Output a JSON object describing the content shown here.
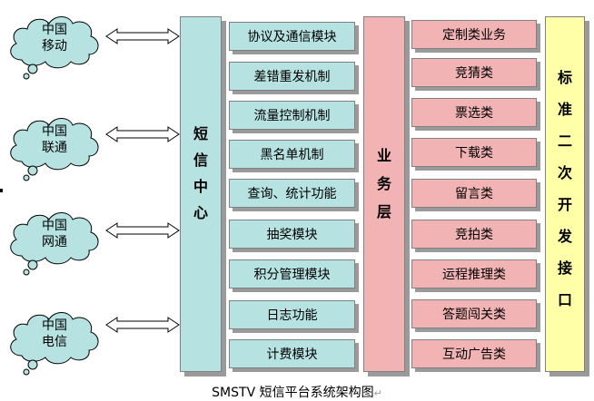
{
  "carriers": [
    {
      "label": "中国\n移动"
    },
    {
      "label": "中国\n联通"
    },
    {
      "label": "中国\n网通"
    },
    {
      "label": "中国\n电信"
    }
  ],
  "sms_center": {
    "label": [
      "短",
      "信",
      "中",
      "心"
    ]
  },
  "modules": [
    {
      "label": "协议及通信模块"
    },
    {
      "label": "差错重发机制"
    },
    {
      "label": "流量控制机制"
    },
    {
      "label": "黑名单机制"
    },
    {
      "label": "查询、统计功能"
    },
    {
      "label": "抽奖模块"
    },
    {
      "label": "积分管理模块"
    },
    {
      "label": "日志功能"
    },
    {
      "label": "计费模块"
    }
  ],
  "business_layer": {
    "label": [
      "业",
      "务",
      "层"
    ]
  },
  "services": [
    {
      "label": "定制类业务"
    },
    {
      "label": "竞猜类"
    },
    {
      "label": "票选类"
    },
    {
      "label": "下载类"
    },
    {
      "label": "留言类"
    },
    {
      "label": "竞拍类"
    },
    {
      "label": "运程推理类"
    },
    {
      "label": "答题闯关类"
    },
    {
      "label": "互动广告类"
    }
  ],
  "api": {
    "label": [
      "标",
      "准",
      "二",
      "次",
      "开",
      "发",
      "接",
      "口"
    ]
  },
  "caption": {
    "text": "SMSTV 短信平台系统架构图",
    "mark": "↵"
  }
}
